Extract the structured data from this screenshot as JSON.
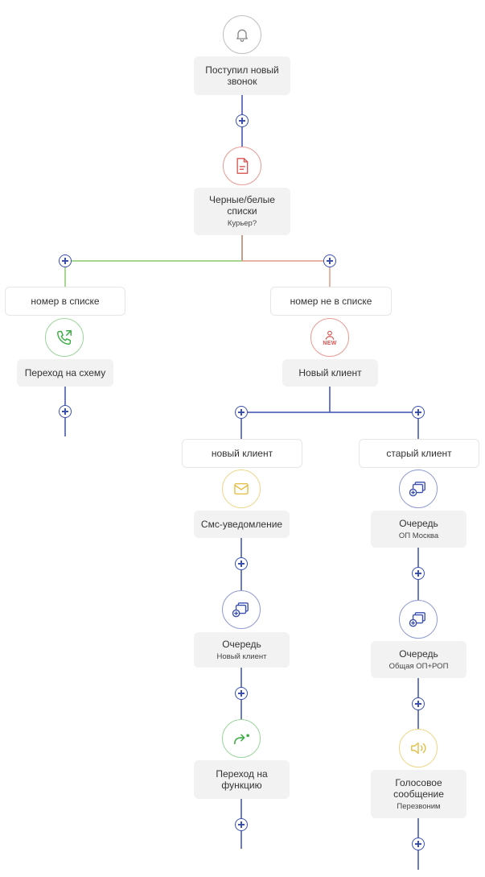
{
  "colors": {
    "line_blue": "#3a4fb0",
    "line_green": "#8cc96b",
    "line_red": "#e09a86",
    "line_brown": "#a9806a",
    "icon_gray": "#888888",
    "icon_red": "#d9534f",
    "icon_green": "#3fae49",
    "icon_yellow": "#e3c04b",
    "icon_blue": "#3a4fb0",
    "card_bg": "#f2f2f2"
  },
  "start": {
    "icon": "bell-icon",
    "title": "Поступил новый\nзвонок"
  },
  "lists": {
    "icon": "document-icon",
    "title": "Черные/белые\nсписки",
    "subtitle": "Курьер?"
  },
  "left_branch": {
    "label": "номер в списке",
    "node": {
      "icon": "phone-forward-icon",
      "title": "Переход на схему"
    }
  },
  "right_branch": {
    "label": "номер не в списке",
    "node": {
      "icon": "new-user-icon",
      "icon_text": "NEW",
      "title": "Новый клиент"
    },
    "new_client": {
      "label": "новый клиент",
      "sms": {
        "icon": "mail-icon",
        "title": "Смс-уведомление"
      },
      "queue": {
        "icon": "queue-icon",
        "title": "Очередь",
        "subtitle": "Новый клиент"
      },
      "function": {
        "icon": "redirect-icon",
        "title": "Переход на\nфункцию"
      }
    },
    "old_client": {
      "label": "старый клиент",
      "queue1": {
        "icon": "queue-icon",
        "title": "Очередь",
        "subtitle": "ОП Москва"
      },
      "queue2": {
        "icon": "queue-icon",
        "title": "Очередь",
        "subtitle": "Общая ОП+РОП"
      },
      "voice": {
        "icon": "speaker-icon",
        "title": "Голосовое\nсообщение",
        "subtitle": "Перезвоним"
      }
    }
  }
}
